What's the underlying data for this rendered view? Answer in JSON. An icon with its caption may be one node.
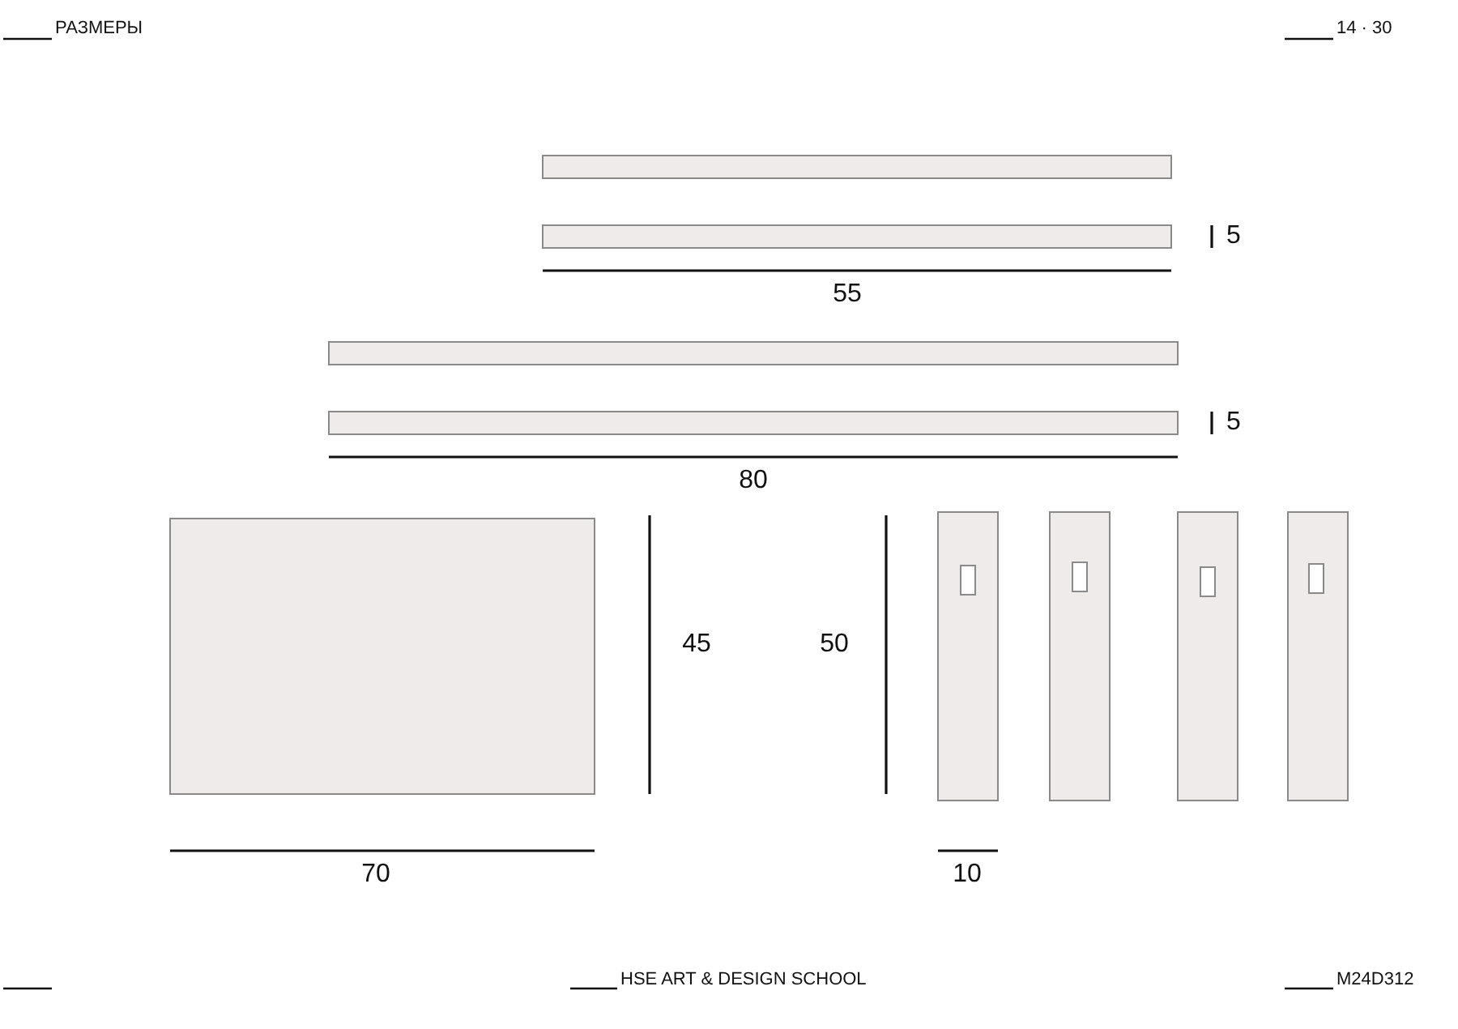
{
  "diagram": {
    "labels": [
      "РАЗМЕРЫ",
      "14 · 30",
      "55",
      "5",
      "80",
      "5",
      "45",
      "50",
      "70",
      "10",
      "HSE ART & DESIGN SCHOOL",
      "M24D312"
    ]
  }
}
